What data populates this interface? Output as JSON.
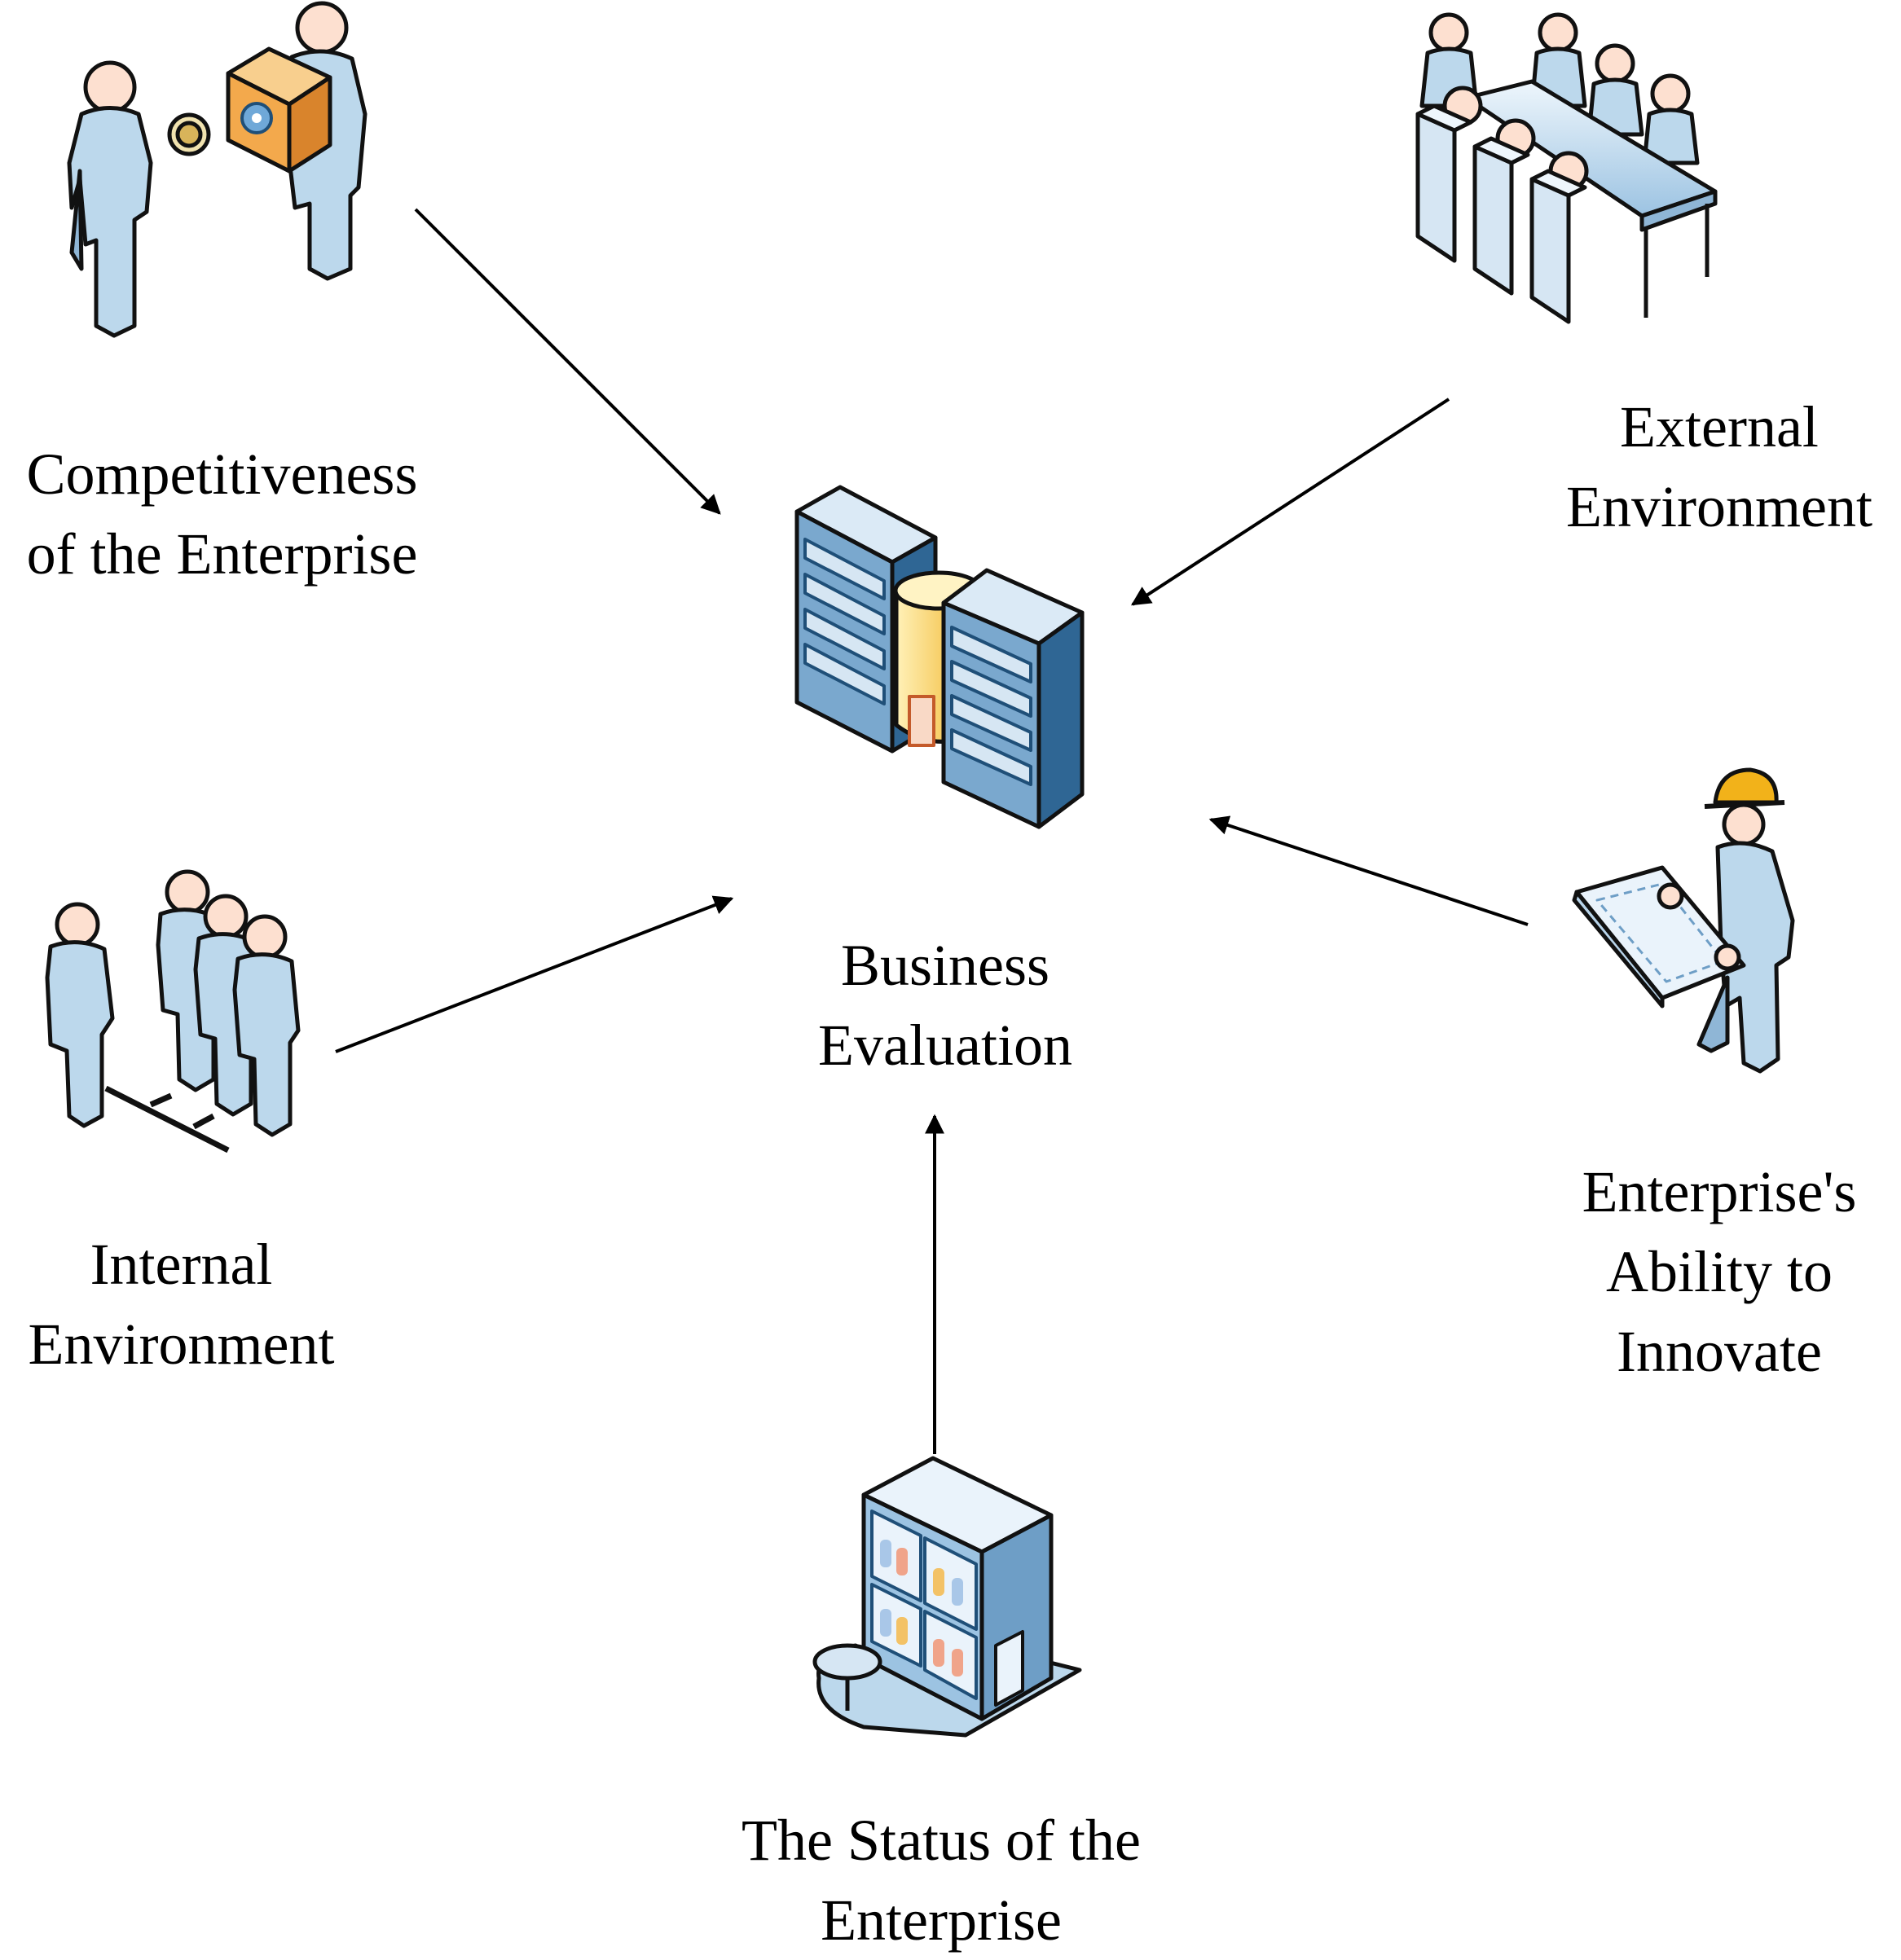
{
  "center": {
    "label_lines": [
      "Business",
      "Evaluation"
    ],
    "icon": "server-database-icon"
  },
  "factors": [
    {
      "id": "competitiveness",
      "label_lines": [
        "Competitiveness",
        "of the Enterprise"
      ],
      "icon": "people-exchange-icon"
    },
    {
      "id": "external-environment",
      "label_lines": [
        "External",
        "Environment"
      ],
      "icon": "meeting-table-icon"
    },
    {
      "id": "internal-environment",
      "label_lines": [
        "Internal",
        "Environment"
      ],
      "icon": "team-hierarchy-icon"
    },
    {
      "id": "innovation",
      "label_lines": [
        "Enterprise's",
        "Ability to",
        "Innovate"
      ],
      "icon": "engineer-blueprint-icon"
    },
    {
      "id": "status",
      "label_lines": [
        "The Status of the",
        "Enterprise"
      ],
      "icon": "store-building-icon"
    }
  ],
  "colors": {
    "person_fill": "#bcd8ec",
    "person_shade": "#8fb6d6",
    "skin": "#fde0d0",
    "outline": "#111111",
    "server_front": "#6e9ec6",
    "server_side": "#2f6694",
    "database_fill": "#f7c843",
    "box_fill": "#f3a94c",
    "helmet": "#f2b21a",
    "arrow": "#000000"
  }
}
